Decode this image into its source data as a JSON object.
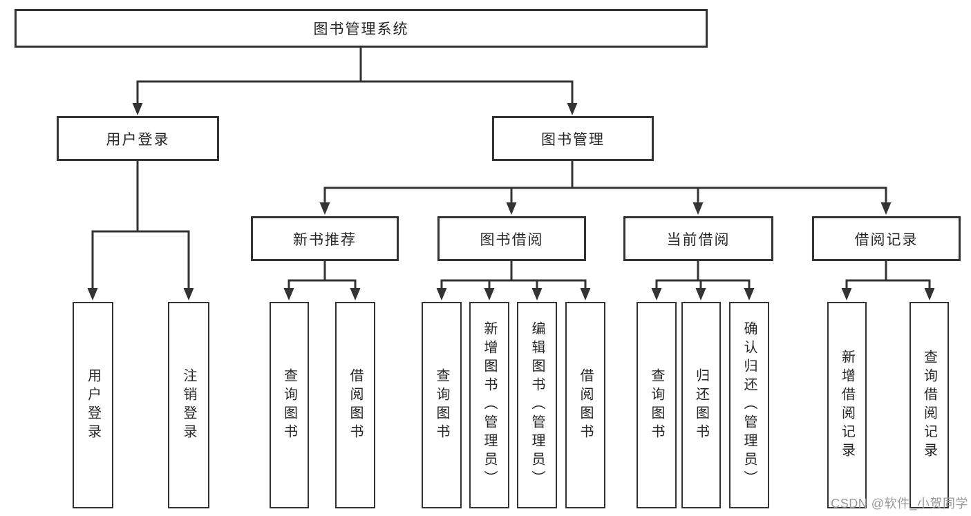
{
  "diagram": {
    "nodes": {
      "root": {
        "label": "图书管理系统"
      },
      "user_login": {
        "label": "用户登录"
      },
      "book_mgmt": {
        "label": "图书管理"
      },
      "new_book_rec": {
        "label": "新书推荐"
      },
      "book_borrow": {
        "label": "图书借阅"
      },
      "current_borrow": {
        "label": "当前借阅"
      },
      "borrow_record": {
        "label": "借阅记录"
      },
      "leaf_user_login": {
        "label": "用户登录"
      },
      "leaf_logout": {
        "label": "注销登录"
      },
      "leaf_query_book_new": {
        "label": "查询图书"
      },
      "leaf_borrow_book_new": {
        "label": "借阅图书"
      },
      "leaf_query_book_borrow": {
        "label": "查询图书"
      },
      "leaf_add_book": {
        "label": "新增图书（管理员）"
      },
      "leaf_edit_book": {
        "label": "编辑图书（管理员）"
      },
      "leaf_borrow_book_borrow": {
        "label": "借阅图书"
      },
      "leaf_query_book_current": {
        "label": "查询图书"
      },
      "leaf_return_book": {
        "label": "归还图书"
      },
      "leaf_confirm_return": {
        "label": "确认归还（管理员）"
      },
      "leaf_add_borrow_record": {
        "label": "新增借阅记录"
      },
      "leaf_query_borrow_record": {
        "label": "查询借阅记录"
      }
    },
    "hierarchy": {
      "图书管理系统": {
        "用户登录": [
          "用户登录",
          "注销登录"
        ],
        "图书管理": {
          "新书推荐": [
            "查询图书",
            "借阅图书"
          ],
          "图书借阅": [
            "查询图书",
            "新增图书（管理员）",
            "编辑图书（管理员）",
            "借阅图书"
          ],
          "当前借阅": [
            "查询图书",
            "归还图书",
            "确认归还（管理员）"
          ],
          "借阅记录": [
            "新增借阅记录",
            "查询借阅记录"
          ]
        }
      }
    }
  },
  "watermark": {
    "text": "CSDN @软件_小贺同学"
  },
  "colors": {
    "line": "#333333",
    "border": "#333333",
    "text": "#262626",
    "background": "#ffffff",
    "watermark": "#999999"
  }
}
